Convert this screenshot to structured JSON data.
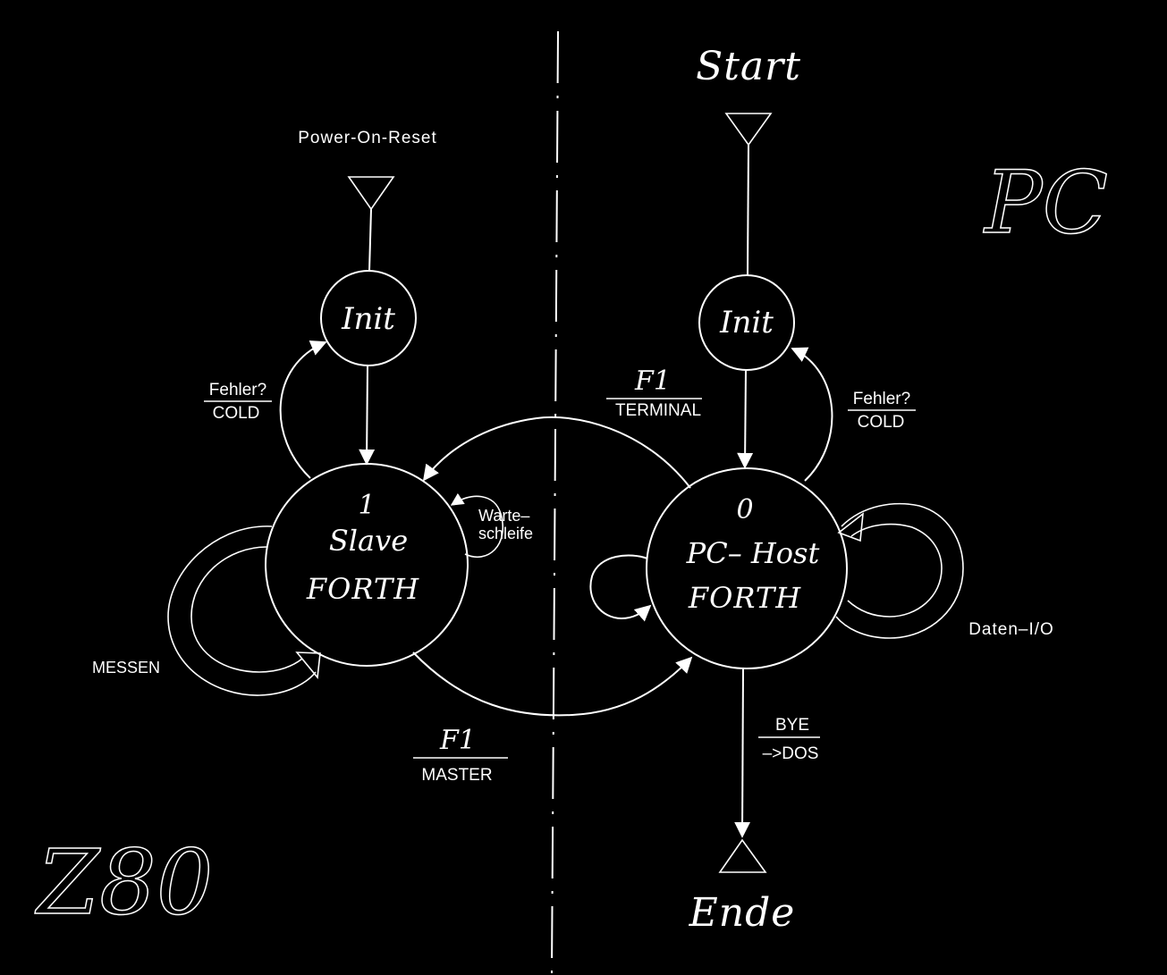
{
  "regions": {
    "left": "Z80",
    "right": "PC"
  },
  "z80": {
    "trigger": "Power-On-Reset",
    "init_state": "Init",
    "error_transition": {
      "top": "Fehler?",
      "bottom": "COLD"
    },
    "main_state": {
      "number": "1",
      "line1": "Slave",
      "line2": "FORTH"
    },
    "wait_loop": {
      "line1": "Warte–",
      "line2": "schleife"
    },
    "measure_loop": "MESSEN"
  },
  "pc": {
    "start": "Start",
    "init_state": "Init",
    "error_transition": {
      "top": "Fehler?",
      "bottom": "COLD"
    },
    "main_state": {
      "number": "0",
      "line1": "PC– Host",
      "line2": "FORTH"
    },
    "data_loop": "Daten–I/O",
    "exit_transition": {
      "top": "BYE",
      "bottom": "–>DOS"
    },
    "end": "Ende"
  },
  "transitions": {
    "to_slave": {
      "key": "F1",
      "label": "TERMINAL"
    },
    "to_host": {
      "key": "F1",
      "label": "MASTER"
    }
  }
}
